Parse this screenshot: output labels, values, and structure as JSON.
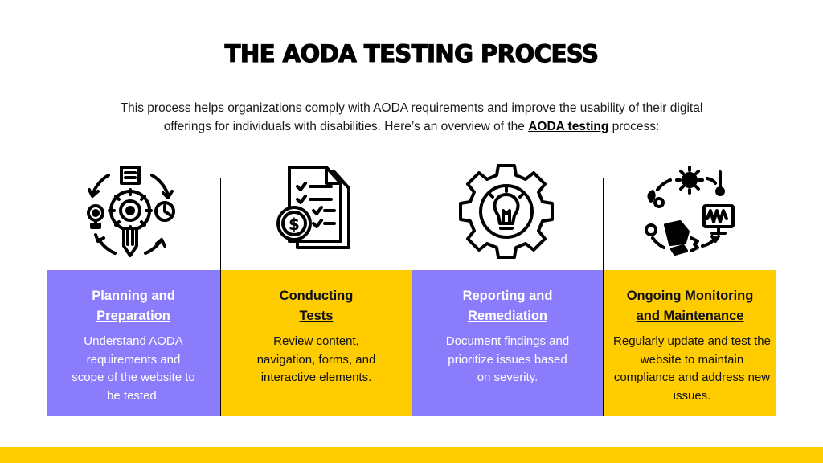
{
  "title": "THE AODA TESTING PROCESS",
  "intro": {
    "text_before": "This process helps organizations comply with AODA requirements and improve the usability of their digital offerings for individuals with disabilities. Here’s an overview of the ",
    "link": "AODA testing",
    "text_after": " process:"
  },
  "steps": [
    {
      "heading_line1": "Planning and",
      "heading_line2": "Preparation",
      "description": "Understand AODA requirements and scope of the website to be tested.",
      "icon": "planning-gear-pencil-icon"
    },
    {
      "heading_line1": "Conducting",
      "heading_line2": "Tests",
      "description": "Review content, navigation, forms, and interactive elements.",
      "icon": "checklist-dollar-icon"
    },
    {
      "heading_line1": "Reporting and",
      "heading_line2": "Remediation",
      "description": "Document findings and prioritize issues based on severity.",
      "icon": "gear-lightbulb-icon"
    },
    {
      "heading_line1": "Ongoing Monitoring",
      "heading_line2": "and Maintenance",
      "description": "Regularly update and test the website to maintain compliance and address new issues.",
      "icon": "maintenance-cycle-icon"
    }
  ],
  "colors": {
    "purple": "#8a7cfb",
    "yellow": "#ffcc00",
    "text": "#111111"
  }
}
